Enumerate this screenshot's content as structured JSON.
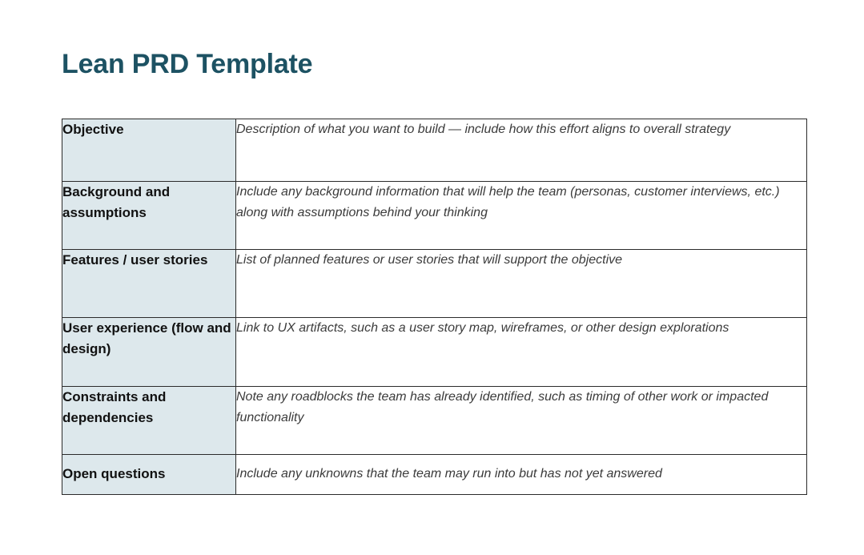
{
  "document": {
    "title": "Lean PRD Template",
    "title_color": "#1d5263",
    "background_color": "#ffffff"
  },
  "table": {
    "label_column_background": "#dde8ec",
    "description_column_background": "#ffffff",
    "border_color": "#2b2b2b",
    "rows": [
      {
        "label": "Objective",
        "description": "Description of what you want to build — include how this effort aligns to overall strategy"
      },
      {
        "label": "Background and assumptions",
        "description": "Include any background information that will help the team (personas, customer interviews, etc.) along with assumptions behind your thinking"
      },
      {
        "label": "Features / user stories",
        "description": "List of planned features or user stories that will support the objective"
      },
      {
        "label": "User experience (flow and design)",
        "description": "Link to UX artifacts, such as a user story map, wireframes, or other design explorations"
      },
      {
        "label": "Constraints and dependencies",
        "description": "Note any roadblocks the team has already identified, such as timing of other work or impacted functionality"
      },
      {
        "label": "Open questions",
        "description": "Include any unknowns that the team may run into but has not yet answered"
      }
    ]
  }
}
